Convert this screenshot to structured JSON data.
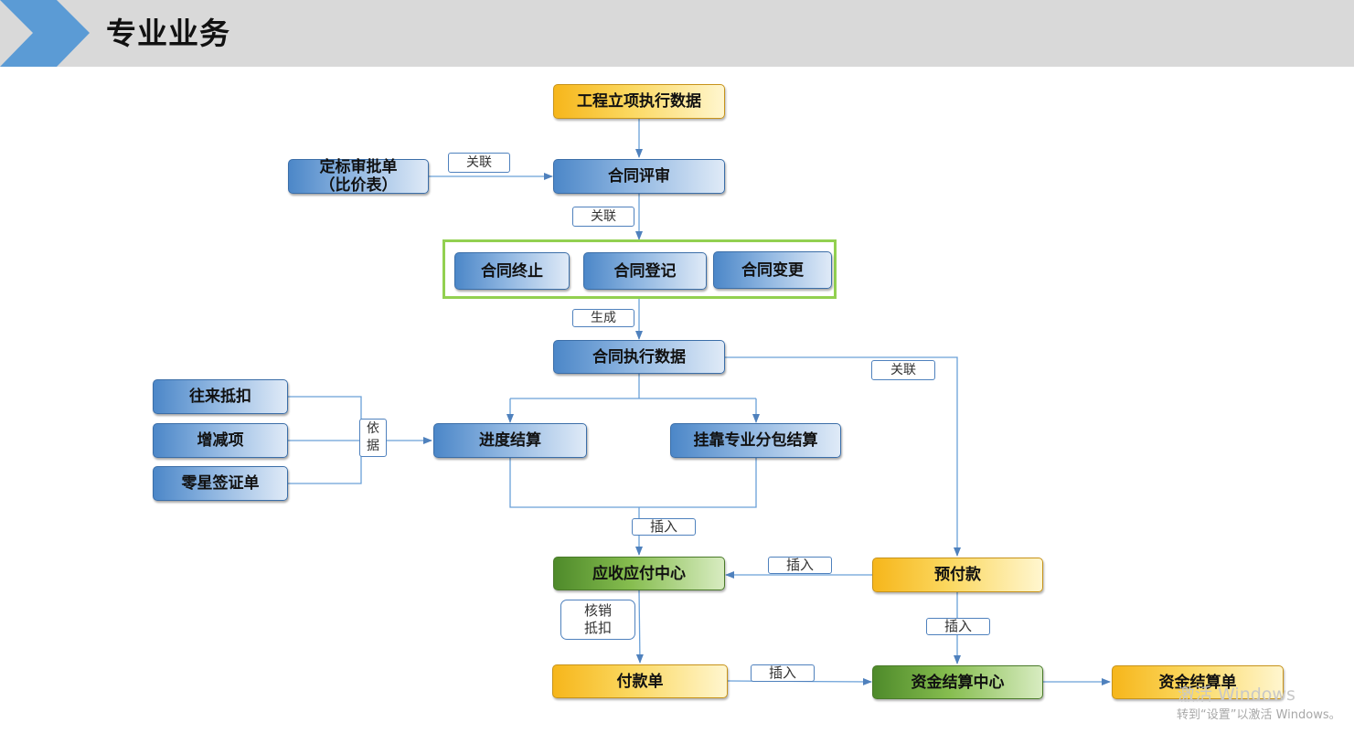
{
  "header": {
    "title": "专业业务",
    "accent_color": "#5b9bd5",
    "bar_color": "#d9d9d9"
  },
  "nodes": {
    "project_data": "工程立项执行数据",
    "bid_approval_line1": "定标审批单",
    "bid_approval_line2": "（比价表）",
    "contract_review": "合同评审",
    "contract_terminate": "合同终止",
    "contract_register": "合同登记",
    "contract_change": "合同变更",
    "contract_exec_data": "合同执行数据",
    "dealings_deduction": "往来抵扣",
    "increase_decrease": "增减项",
    "sporadic_visa": "零星签证单",
    "progress_settlement": "进度结算",
    "affiliated_subcontract": "挂靠专业分包结算",
    "receivable_payable_center": "应收应付中心",
    "prepayment": "预付款",
    "payment_order": "付款单",
    "fund_settlement_center": "资金结算中心",
    "fund_settlement_order": "资金结算单"
  },
  "edge_labels": {
    "associate_bid": "关联",
    "associate_review": "关联",
    "generate": "生成",
    "associate_prepay": "关联",
    "basis_line1": "依",
    "basis_line2": "据",
    "insert_settlement": "插入",
    "insert_prepay": "插入",
    "verify_line1": "核销",
    "verify_line2": "抵扣",
    "insert_prepay_fund": "插入",
    "insert_payment": "插入"
  },
  "watermark": {
    "line1": "激活 Windows",
    "line2": "转到“设置”以激活 Windows。"
  },
  "colors": {
    "blue_node": "#5b9bd5",
    "yellow_node": "#ffc000",
    "green_node": "#70ad47",
    "group_frame": "#92d050",
    "connector": "#5b9bd5"
  }
}
